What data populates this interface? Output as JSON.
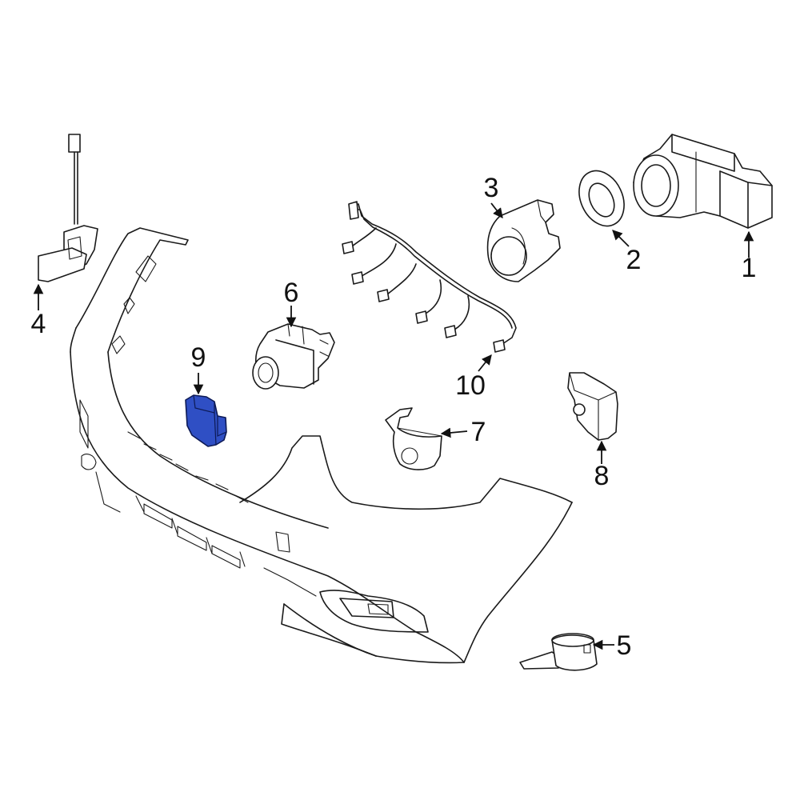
{
  "diagram": {
    "highlight_color": "#2f4fc4",
    "callouts": [
      {
        "id": "1",
        "text": "1"
      },
      {
        "id": "2",
        "text": "2"
      },
      {
        "id": "3",
        "text": "3"
      },
      {
        "id": "4",
        "text": "4"
      },
      {
        "id": "5",
        "text": "5"
      },
      {
        "id": "6",
        "text": "6"
      },
      {
        "id": "7",
        "text": "7"
      },
      {
        "id": "8",
        "text": "8"
      },
      {
        "id": "9",
        "text": "9"
      },
      {
        "id": "10",
        "text": "10"
      }
    ]
  }
}
